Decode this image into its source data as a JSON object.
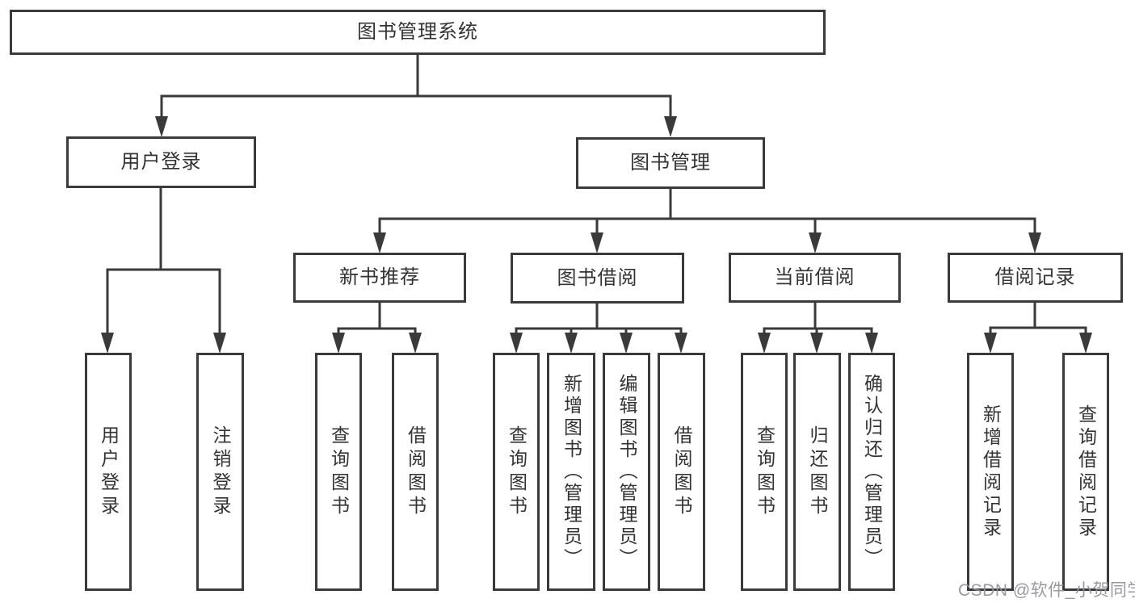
{
  "diagram": {
    "title": "图书管理系统",
    "watermark": "CSDN @软件_小贺同学",
    "colors": {
      "line": "#3a3a3a",
      "text": "#333333",
      "box_background": "#ffffff",
      "page_background": "#ffffff",
      "watermark": "#94949c"
    },
    "nodes": {
      "root": {
        "label": "图书管理系统"
      },
      "user_login": {
        "label": "用户登录"
      },
      "book_mgmt": {
        "label": "图书管理"
      },
      "new_book_rec": {
        "label": "新书推荐"
      },
      "book_borrow": {
        "label": "图书借阅"
      },
      "cur_borrow": {
        "label": "当前借阅"
      },
      "borrow_rec": {
        "label": "借阅记录"
      },
      "leaf_login": {
        "label": "用户登录"
      },
      "leaf_logout": {
        "label": "注销登录"
      },
      "leaf_nbr_query": {
        "label": "查询图书"
      },
      "leaf_nbr_borrow": {
        "label": "借阅图书"
      },
      "leaf_bb_query": {
        "label": "查询图书"
      },
      "leaf_bb_add": {
        "label": "新增图书（管理员）"
      },
      "leaf_bb_edit": {
        "label": "编辑图书（管理员）"
      },
      "leaf_bb_borrow": {
        "label": "借阅图书"
      },
      "leaf_cb_query": {
        "label": "查询图书"
      },
      "leaf_cb_return": {
        "label": "归还图书"
      },
      "leaf_cb_confirm": {
        "label": "确认归还（管理员）"
      },
      "leaf_br_add": {
        "label": "新增借阅记录"
      },
      "leaf_br_query": {
        "label": "查询借阅记录"
      }
    },
    "hierarchy": {
      "图书管理系统": {
        "用户登录": [
          "用户登录",
          "注销登录"
        ],
        "图书管理": {
          "新书推荐": [
            "查询图书",
            "借阅图书"
          ],
          "图书借阅": [
            "查询图书",
            "新增图书（管理员）",
            "编辑图书（管理员）",
            "借阅图书"
          ],
          "当前借阅": [
            "查询图书",
            "归还图书",
            "确认归还（管理员）"
          ],
          "借阅记录": [
            "新增借阅记录",
            "查询借阅记录"
          ]
        }
      }
    }
  }
}
